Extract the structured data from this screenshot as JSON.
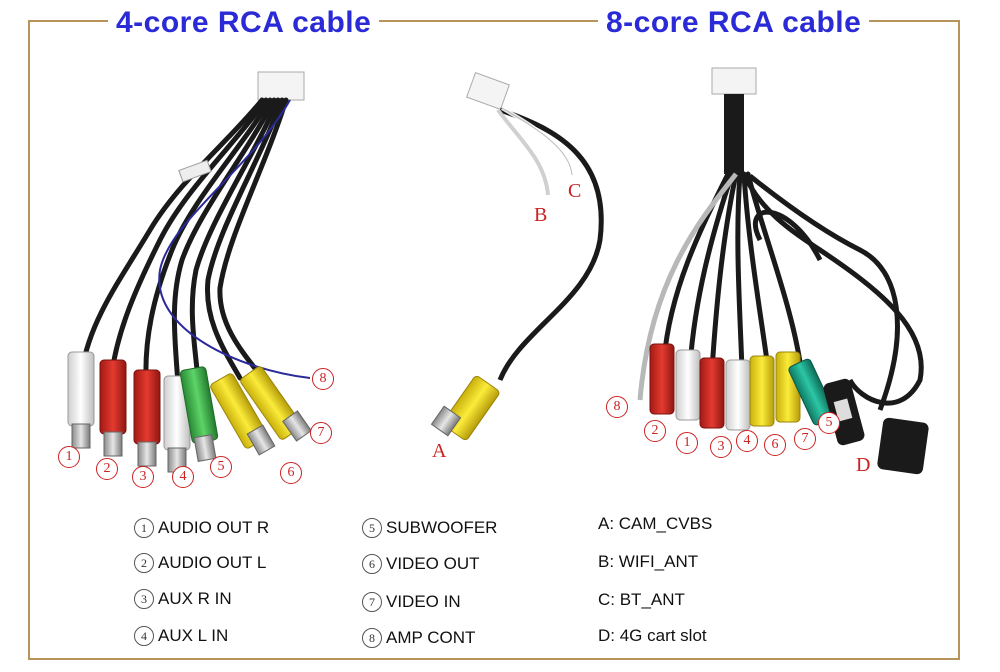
{
  "titles": {
    "left": "4-core RCA cable",
    "right": "8-core RCA cable"
  },
  "left_callouts": [
    "1",
    "2",
    "3",
    "4",
    "5",
    "6",
    "7",
    "8"
  ],
  "right_callouts": [
    "1",
    "2",
    "3",
    "4",
    "5",
    "6",
    "7",
    "8"
  ],
  "center_letters": [
    "A",
    "B",
    "C"
  ],
  "right_letter": "D",
  "legend": {
    "col1": [
      {
        "num": "1",
        "text": "AUDIO OUT R"
      },
      {
        "num": "2",
        "text": "AUDIO OUT L"
      },
      {
        "num": "3",
        "text": "AUX R IN"
      },
      {
        "num": "4",
        "text": "AUX L IN"
      }
    ],
    "col2": [
      {
        "num": "5",
        "text": "SUBWOOFER"
      },
      {
        "num": "6",
        "text": "VIDEO OUT"
      },
      {
        "num": "7",
        "text": "VIDEO IN"
      },
      {
        "num": "8",
        "text": "AMP CONT"
      }
    ],
    "col3": [
      "A: CAM_CVBS",
      "B: WIFI_ANT",
      "C: BT_ANT",
      "D: 4G cart slot"
    ]
  },
  "colors": {
    "title": "#2a2ad6",
    "frame": "#b8935a",
    "callout": "#cc2222",
    "rca_white": "#f2f2f2",
    "rca_red": "#d8322a",
    "rca_green": "#3fb54a",
    "rca_yellow": "#f2df1a",
    "rca_teal": "#1aa58a",
    "cable": "#1a1a1a"
  }
}
